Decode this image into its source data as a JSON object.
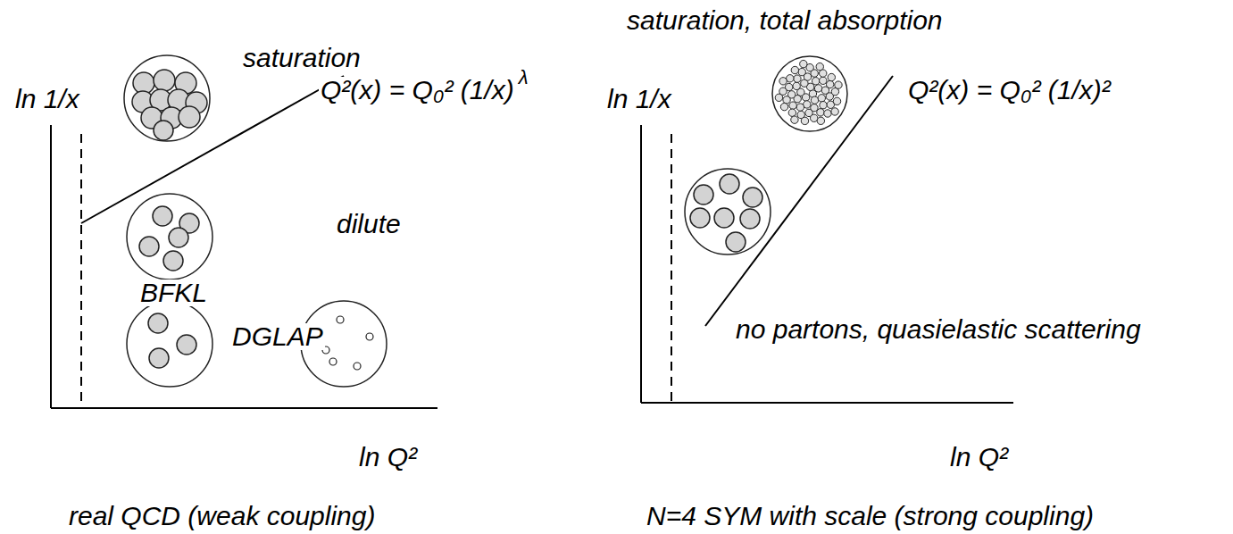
{
  "diagram": {
    "labels": [
      "ln 1/x",
      "saturation",
      "Q²(x) = Q₀² (1/x)",
      "λ",
      "dilute",
      "BFKL",
      "DGLAP",
      "ln Q²",
      "real QCD (weak coupling)",
      "saturation, total absorption",
      "ln 1/x",
      "Q²(x) = Q₀² (1/x)²",
      "no partons, quasielastic scattering",
      "ln Q²",
      "N=4 SYM with scale (strong coupling)"
    ]
  }
}
